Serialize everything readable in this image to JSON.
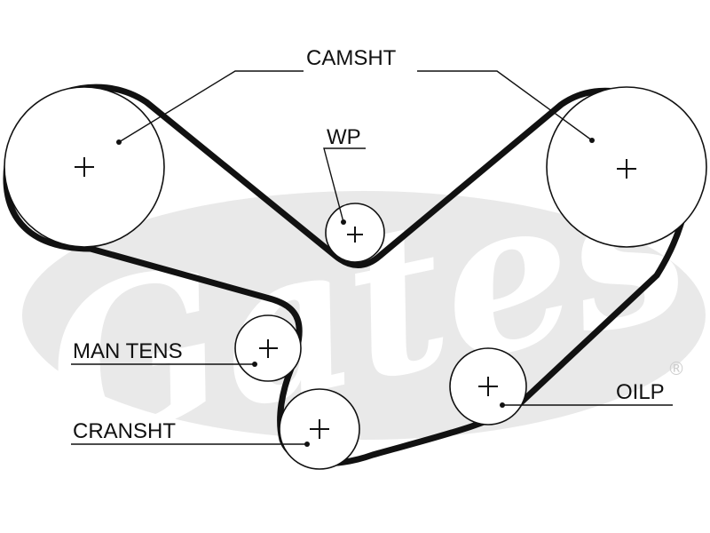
{
  "diagram": {
    "type": "timing-belt-routing",
    "watermark": {
      "text": "Gates",
      "registered_mark": "®"
    },
    "labels": {
      "camshaft": "CAMSHT",
      "water_pump": "WP",
      "manual_tensioner": "MAN TENS",
      "crankshaft": "CRANSHT",
      "oil_pump": "OILP"
    },
    "colors": {
      "belt": "#111111",
      "line": "#111111",
      "text": "#111111",
      "watermark": "#e6e6e6",
      "background": "#ffffff"
    }
  }
}
